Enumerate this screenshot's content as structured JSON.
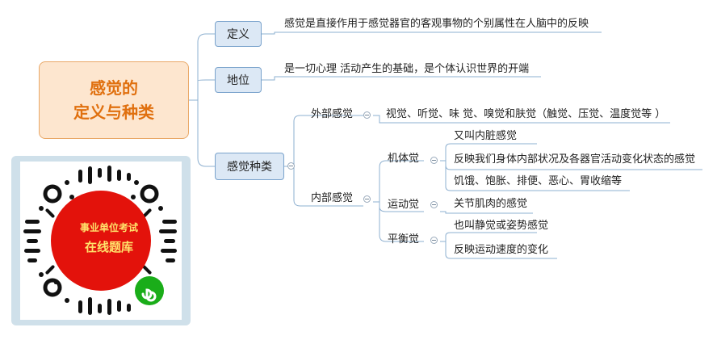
{
  "root": {
    "line1": "感觉的",
    "line2": "定义与种类"
  },
  "definition": {
    "label": "定义",
    "text": "感觉是直接作用于感觉器官的客观事物的个别属性在人脑中的反映"
  },
  "status": {
    "label": "地位",
    "text": "是一切心理 活动产生的基础，是个体认识世界的开端"
  },
  "types": {
    "label": "感觉种类",
    "external": {
      "label": "外部感觉",
      "text": "视觉、听觉、味 觉、嗅觉和肤觉（触觉、压觉、温度觉等 ）"
    },
    "internal": {
      "label": "内部感觉",
      "organic": {
        "label": "机体觉",
        "items": [
          "又叫内脏感觉",
          "反映我们身体内部状况及各器官活动变化状态的感觉",
          "饥饿、饱胀、排便、恶心、胃收缩等"
        ]
      },
      "motor": {
        "label": "运动觉",
        "items": [
          "关节肌肉的感觉"
        ]
      },
      "balance": {
        "label": "平衡觉",
        "items": [
          "也叫静觉或姿势感觉",
          "反映运动速度的变化"
        ]
      }
    }
  },
  "qr": {
    "line1": "事业单位考试",
    "line2": "在线题库"
  },
  "colors": {
    "root_fill": "#fde6cf",
    "root_text": "#e0700f",
    "node_fill": "#dce8f5",
    "line": "#7aa3cc",
    "qr_red": "#e3120b",
    "qr_green": "#1aad19"
  }
}
